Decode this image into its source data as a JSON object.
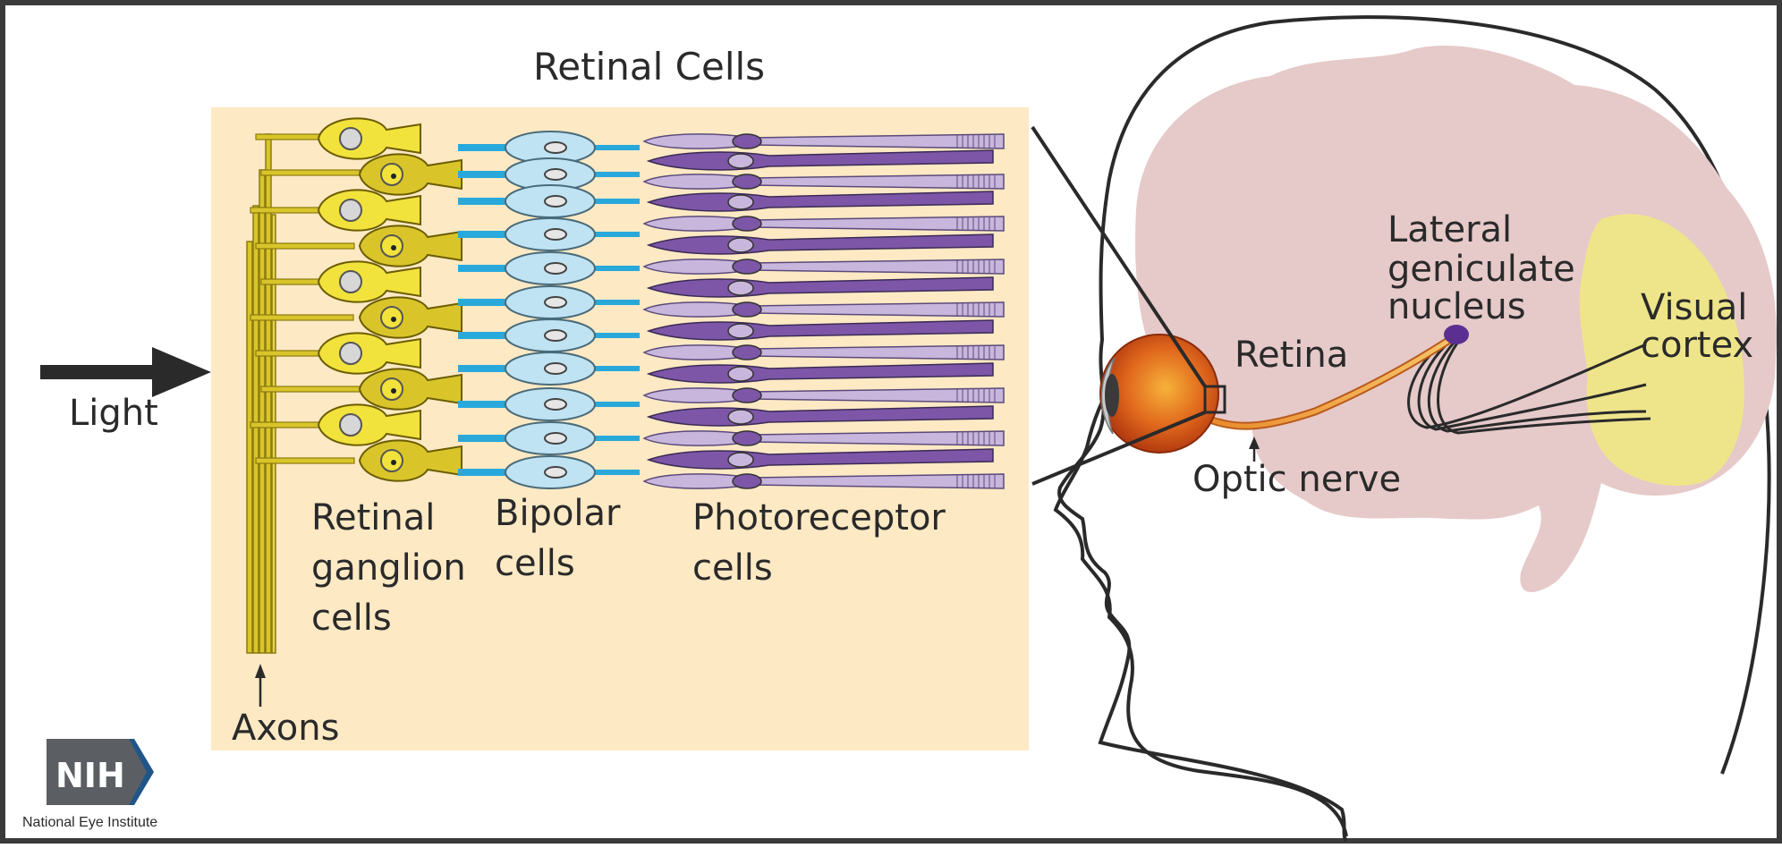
{
  "diagram": {
    "title": "Retinal Cells",
    "labels": {
      "light": "Light",
      "axons": "Axons",
      "ganglion": [
        "Retinal",
        "ganglion",
        "cells"
      ],
      "bipolar": [
        "Bipolar",
        "cells"
      ],
      "photoreceptor": [
        "Photoreceptor",
        "cells"
      ],
      "retina": "Retina",
      "optic_nerve": "Optic nerve",
      "lgn": [
        "Lateral",
        "geniculate",
        "nucleus"
      ],
      "visual_cortex": [
        "Visual",
        "cortex"
      ]
    },
    "colors": {
      "panel": "#fde9c4",
      "ganglion": "#d9c52a",
      "ganglion_light": "#f2e23c",
      "bipolar": "#bfe3f2",
      "bipolar_axon": "#29a9db",
      "photoreceptor_light": "#c9b6dd",
      "photoreceptor_dark": "#7d56a8",
      "brain": "#e6c9c9",
      "visual_cortex": "#eee58a",
      "lgn": "#5a2f91",
      "eye": "#e0671c",
      "optic_nerve": "#f0a24a",
      "outline": "#2a2a2a"
    }
  },
  "logo": {
    "mark": "NIH",
    "caption": "National Eye Institute",
    "mark_color": "#5b5f63",
    "chevron_color": "#20558a"
  }
}
